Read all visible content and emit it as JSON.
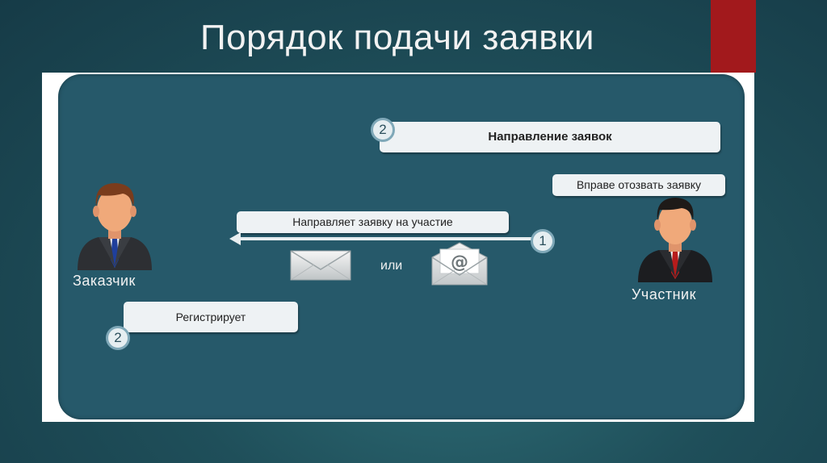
{
  "slide": {
    "title": "Порядок подачи заявки"
  },
  "diagram": {
    "step2_top_badge": "2",
    "step2_top_label": "Направление заявок",
    "withdraw_label": "Вправе отозвать заявку",
    "send_label": "Направляет заявку на участие",
    "step1_badge": "1",
    "or_label": "или",
    "customer_label": "Заказчик",
    "participant_label": "Участник",
    "register_label": "Регистрирует",
    "step2_bottom_badge": "2"
  },
  "colors": {
    "background": "#1f4f5a",
    "panel": "#26596a",
    "accent": "#a2191c",
    "box": "#eef2f4"
  }
}
